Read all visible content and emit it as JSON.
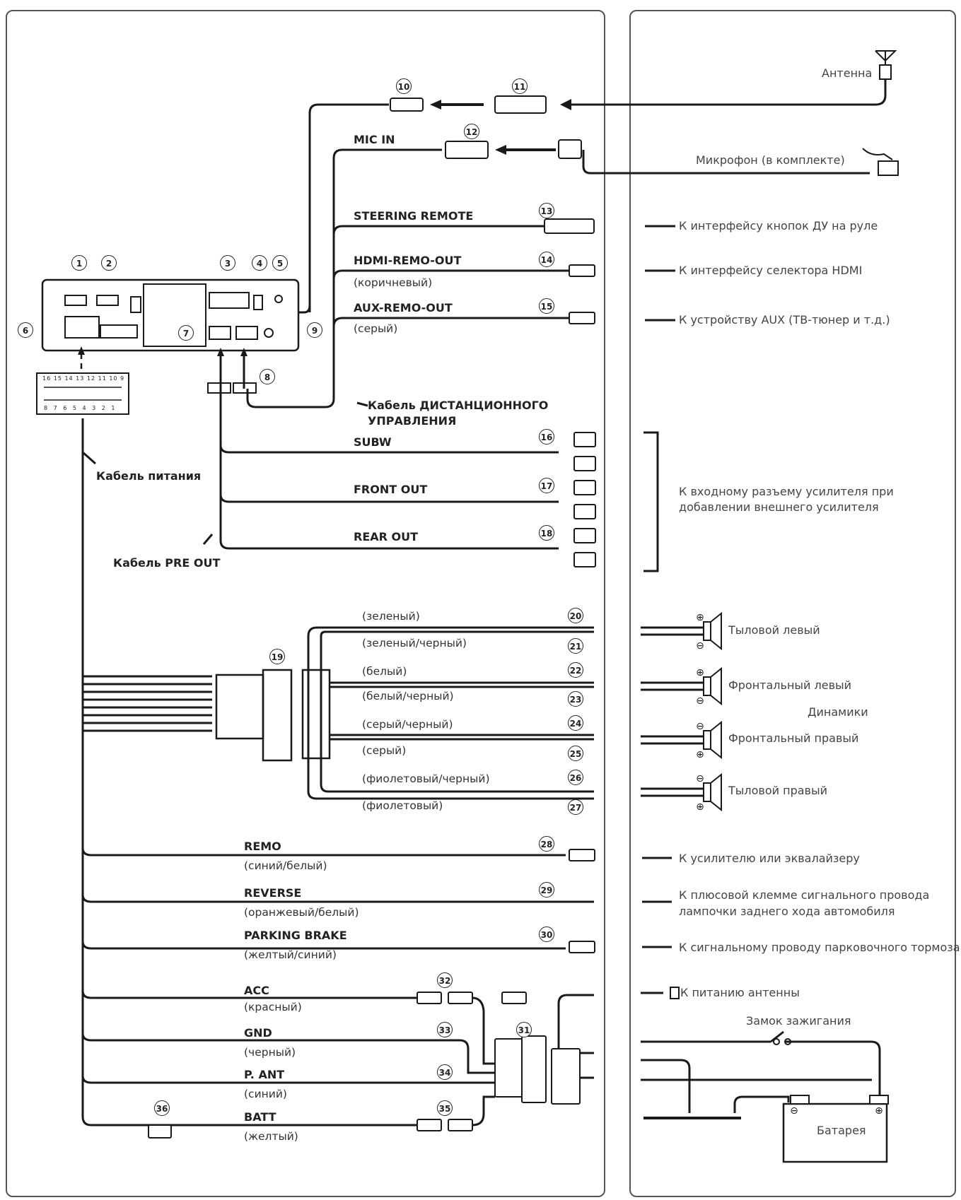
{
  "labels": {
    "antenna": "Антенна",
    "mic": "Микрофон (в комплекте)",
    "mic_in": "MIC IN",
    "steering": "STEERING REMOTE",
    "hdmi_remo": "HDMI-REMO-OUT",
    "hdmi_color": "(коричневый)",
    "aux_remo": "AUX-REMO-OUT",
    "aux_color": "(серый)",
    "remote_cable_1": "Кабель ДИСТАНЦИОННОГО",
    "remote_cable_2": "УПРАВЛЕНИЯ",
    "power_cable": "Кабель питания",
    "preout_cable": "Кабель PRE OUT",
    "subw": "SUBW",
    "front_out": "FRONT OUT",
    "rear_out": "REAR OUT",
    "remo": "REMO",
    "remo_color": "(синий/белый)",
    "reverse": "REVERSE",
    "reverse_color": "(оранжевый/белый)",
    "parking": "PARKING BRAKE",
    "parking_color": "(желтый/синий)",
    "acc": "ACC",
    "acc_color": "(красный)",
    "gnd": "GND",
    "gnd_color": "(черный)",
    "pant": "P. ANT",
    "pant_color": "(синий)",
    "batt": "BATT",
    "batt_color": "(желтый)"
  },
  "speaker_wires": [
    "(зеленый)",
    "(зеленый/черный)",
    "(белый)",
    "(белый/черный)",
    "(серый/черный)",
    "(серый)",
    "(фиолетовый/черный)",
    "(фиолетовый)"
  ],
  "right": {
    "steering": "К интерфейсу кнопок ДУ на руле",
    "hdmi": "К интерфейсу селектора HDMI",
    "aux": "К устройству AUX (ТВ-тюнер и т.д.)",
    "amp_1": "К входному разъему усилителя при",
    "amp_2": "добавлении внешнего усилителя",
    "rear_left": "Тыловой левый",
    "front_left": "Фронтальный левый",
    "speakers": "Динамики",
    "front_right": "Фронтальный правый",
    "rear_right": "Тыловой правый",
    "remo": "К усилителю или эквалайзеру",
    "reverse_1": "К плюсовой клемме сигнального провода",
    "reverse_2": "лампочки заднего хода автомобиля",
    "parking": "К сигнальному проводу парковочного тормоза",
    "ant_power": "К питанию антенны",
    "ignition": "Замок зажигания",
    "battery": "Батарея"
  },
  "callouts": [
    "1",
    "2",
    "3",
    "4",
    "5",
    "6",
    "7",
    "8",
    "9",
    "10",
    "11",
    "12",
    "13",
    "14",
    "15",
    "16",
    "17",
    "18",
    "19",
    "20",
    "21",
    "22",
    "23",
    "24",
    "25",
    "26",
    "27",
    "28",
    "29",
    "30",
    "31",
    "32",
    "33",
    "34",
    "35",
    "36"
  ],
  "pin_top": "16 15 14 13 12 11 10 9",
  "pin_bottom": "8 7 6 5 4 3 2 1",
  "colors": {
    "line": "#1a1a1a",
    "panel_border": "#555555"
  }
}
